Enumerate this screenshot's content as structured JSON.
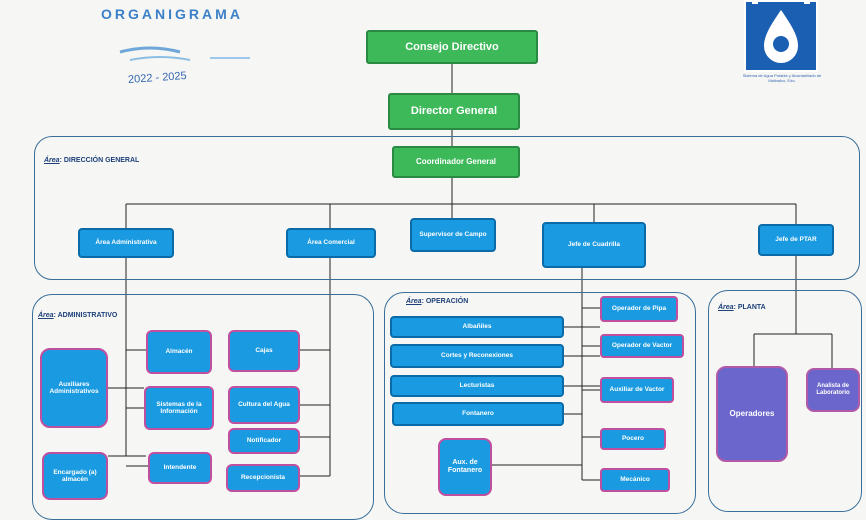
{
  "header": {
    "title": "ORGANIGRAMA",
    "years": "2022 - 2025",
    "logo_caption": "Sistema de Agua Potable y Alcantarillado de Malinalco, Edo."
  },
  "top": {
    "consejo": "Consejo Directivo",
    "director": "Director General",
    "coordinador": "Coordinador General"
  },
  "areas": {
    "direccion": {
      "prefix": "Área",
      "name": ": DIRECCIÓN GENERAL"
    },
    "administrativo": {
      "prefix": "Área",
      "name": ": ADMINISTRATIVO"
    },
    "operacion": {
      "prefix": "Área",
      "name": ": OPERACIÓN"
    },
    "planta": {
      "prefix": "Área",
      "name": ": PLANTA"
    }
  },
  "direccion_boxes": {
    "administrativa": "Área Administrativa",
    "comercial": "Área Comercial",
    "supervisor": "Supervisor de Campo",
    "cuadrilla": "Jefe de Cuadrilla",
    "ptar": "Jefe de PTAR"
  },
  "administrativo": {
    "auxiliares": "Auxiliares Administrativos",
    "almacen": "Almacén",
    "sistemas": "Sistemas de la Información",
    "encargado": "Encargado (a) almacén",
    "intendente": "Intendente",
    "cajas": "Cajas",
    "cultura": "Cultura del Agua",
    "notificador": "Notificador",
    "recepcionista": "Recepcionista"
  },
  "operacion": {
    "albanilas": "Albañiles",
    "cortes": "Cortes y Reconexiones",
    "lecturistas": "Lecturistas",
    "fontanero": "Fontanero",
    "aux_fontanero": "Aux. de Fontanero",
    "op_pipa": "Operador de Pipa",
    "op_vactor": "Operador de Vactor",
    "aux_vactor": "Auxiliar de Vactor",
    "pocero": "Pocero",
    "mecanico": "Mecánico"
  },
  "planta": {
    "operadores": "Operadores",
    "analista": "Analista de Laboratorio"
  },
  "colors": {
    "green": "#3db95a",
    "blue": "#1a9ae0",
    "purple": "#6a66cc",
    "frame": "#3a6e9a"
  }
}
